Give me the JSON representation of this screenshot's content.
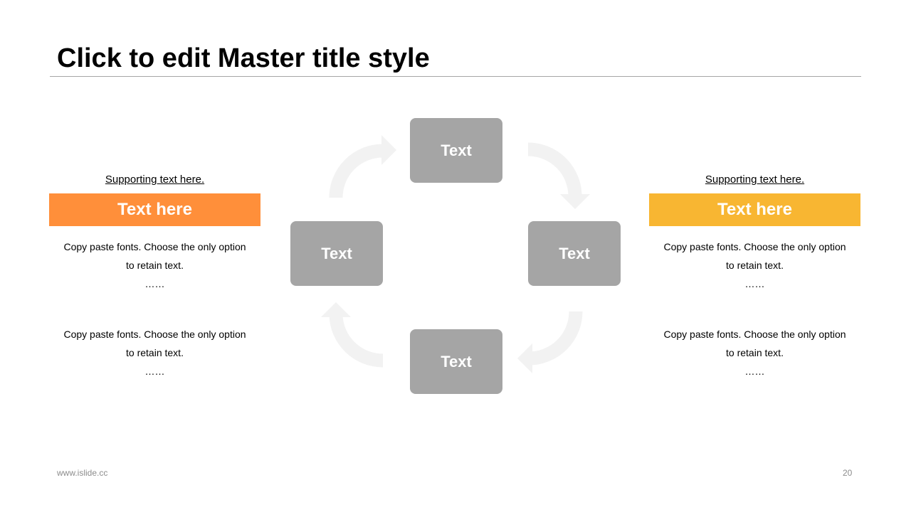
{
  "title": "Click to edit Master title style",
  "left_panel": {
    "supporting": "Supporting text here.",
    "banner": "Text here",
    "banner_color": "#ff8f3a",
    "paragraphs": [
      {
        "text": "Copy paste fonts. Choose the only option to retain text.",
        "dots": "……"
      },
      {
        "text": "Copy paste fonts. Choose the only option to retain text.",
        "dots": "……"
      }
    ]
  },
  "right_panel": {
    "supporting": "Supporting text here.",
    "banner": "Text here",
    "banner_color": "#f8b632",
    "paragraphs": [
      {
        "text": "Copy paste fonts. Choose the only option to retain text.",
        "dots": "……"
      },
      {
        "text": "Copy paste fonts. Choose the only option to retain text.",
        "dots": "……"
      }
    ]
  },
  "cycle": {
    "node_color": "#a5a5a5",
    "arrow_color": "#f2f2f2",
    "nodes": {
      "top": "Text",
      "left": "Text",
      "right": "Text",
      "bottom": "Text"
    },
    "arrow_icons": [
      "curved-arrow-icon",
      "curved-arrow-icon",
      "curved-arrow-icon",
      "curved-arrow-icon"
    ]
  },
  "footer": {
    "url": "www.islide.cc",
    "page": "20"
  }
}
